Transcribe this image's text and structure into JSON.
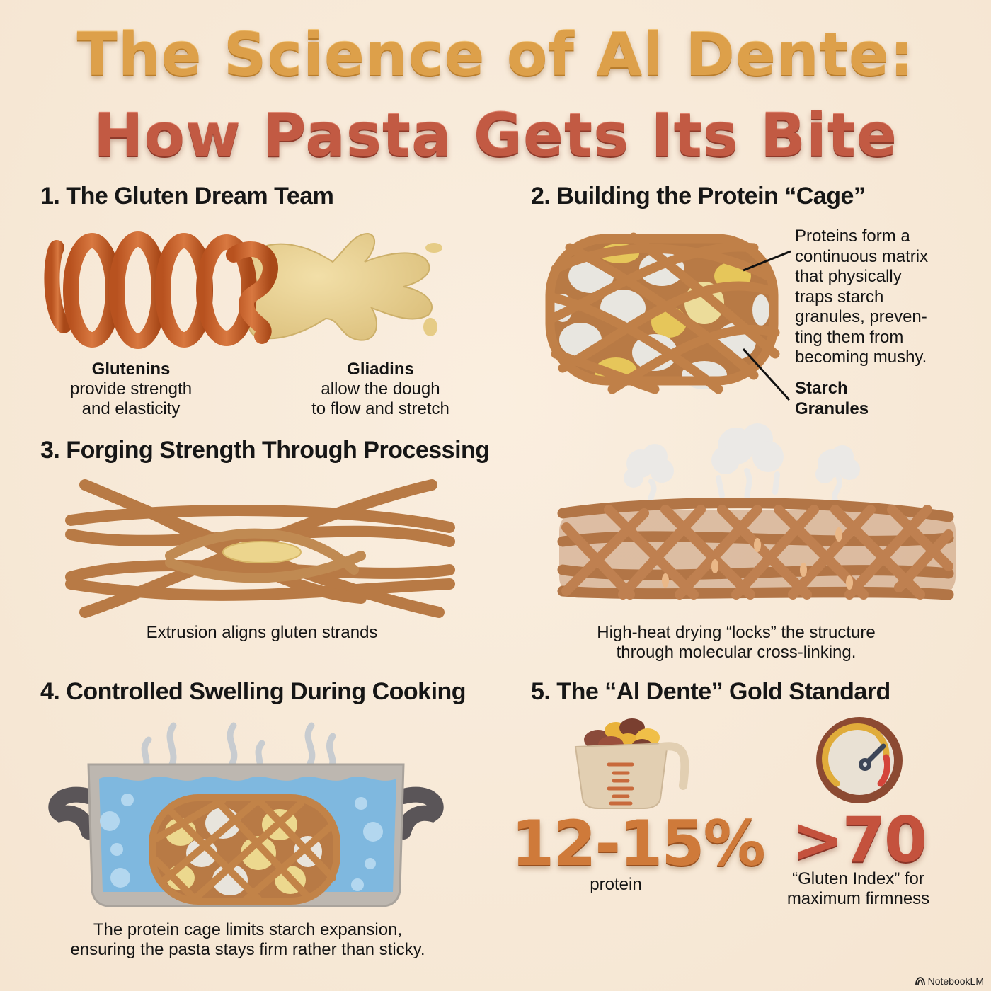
{
  "title": {
    "line1": "The Science of Al Dente:",
    "line2": "How Pasta Gets Its Bite",
    "line1_color": "#dda04a",
    "line2_color": "#c25a43"
  },
  "sections": [
    {
      "heading": "1. The Gluten Dream Team",
      "illustration": "gluten-coil-and-gliadin-dough",
      "captions": [
        {
          "bold": "Glutenins",
          "text1": "provide strength",
          "text2": "and elasticity"
        },
        {
          "bold": "Gliadins",
          "text1": "allow the dough",
          "text2": "to flow and stretch"
        }
      ]
    },
    {
      "heading": "2. Building the Protein “Cage”",
      "illustration": "protein-lattice-with-starch-granules",
      "callout_lines": [
        "Proteins form a",
        "continuous matrix",
        "that physically",
        "traps starch",
        "granules, preven-",
        "ting them from",
        "becoming mushy."
      ],
      "label_lines": [
        "Starch",
        "Granules"
      ]
    },
    {
      "heading": "3. Forging Strength Through Processing",
      "left": {
        "illustration": "extruded-aligned-strands",
        "caption": "Extrusion aligns gluten strands"
      },
      "right": {
        "illustration": "dried-crosslinked-lattice-with-steam",
        "caption_line1": "High-heat drying “locks” the structure",
        "caption_line2": "through molecular cross-linking."
      }
    },
    {
      "heading": "4. Controlled Swelling During Cooking",
      "illustration": "pot-of-boiling-water-with-lattice",
      "caption_line1": "The protein cage limits starch expansion,",
      "caption_line2": "ensuring the pasta stays firm rather than sticky."
    },
    {
      "heading": "5. The “Al Dente” Gold Standard",
      "stats": [
        {
          "icon": "measuring-cup-icon",
          "value": "12-15%",
          "label": "protein"
        },
        {
          "icon": "gauge-icon",
          "value": ">70",
          "label_line1": "“Gluten Index” for",
          "label_line2": "maximum firmness"
        }
      ]
    }
  ],
  "footer": {
    "brand": "NotebookLM"
  },
  "colors": {
    "background": "#f7e8d6",
    "pasta_brown": "#b8743f",
    "glutenin_orange": "#c9652e",
    "gliadin_yellow": "#e8cf8e",
    "starch_white": "#e8e6e0",
    "starch_yellow": "#e6c65a",
    "water_blue": "#7fb8df",
    "pot_gray": "#b9b3ac"
  }
}
